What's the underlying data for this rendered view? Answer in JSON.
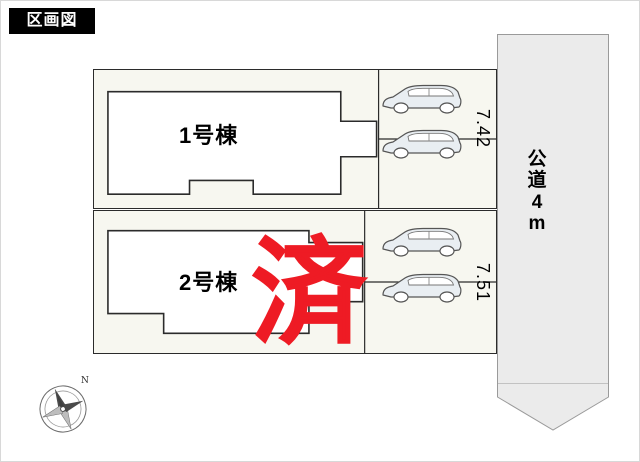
{
  "title_badge": {
    "label": "区画図"
  },
  "plots": [
    {
      "id": "plot1",
      "label": "1号棟",
      "dimension": "7.42"
    },
    {
      "id": "plot2",
      "label": "2号棟",
      "dimension": "7.51"
    }
  ],
  "road": {
    "label": "公道\n4m",
    "label_line1": "公",
    "label_line2": "道",
    "label_line3": "4",
    "label_line4": "m"
  },
  "stamp": {
    "text": "済",
    "color": "#ee1b24"
  },
  "compass": {
    "name": "compass-rose",
    "north_label": "N"
  },
  "cars": [
    {
      "id": "car-1",
      "name": "car-icon"
    },
    {
      "id": "car-2",
      "name": "car-icon"
    },
    {
      "id": "car-3",
      "name": "car-icon"
    },
    {
      "id": "car-4",
      "name": "car-icon"
    }
  ],
  "colors": {
    "plot_fill": "#f7f7f0",
    "road_fill": "#ebebeb",
    "outline": "#2b2b2b",
    "stamp_red": "#ee1b24",
    "badge_bg": "#000000"
  }
}
